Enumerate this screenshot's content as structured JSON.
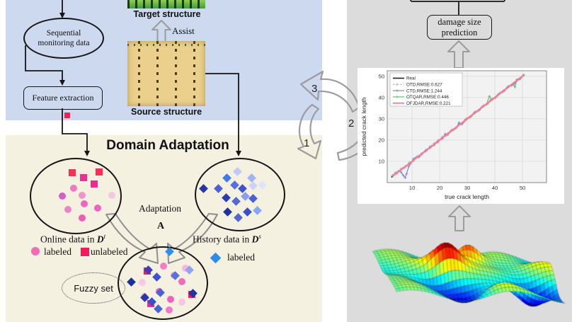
{
  "colors": {
    "panel_blue": "#cdd9ee",
    "panel_cream": "#f5f1e1",
    "panel_gray": "#dcdcdc",
    "outline_arrow": "#9c9c9c",
    "legend_circle": "#f06ab8",
    "legend_square": "#ef1d5a",
    "legend_diamond": "#2e8bf0",
    "feature_tag_square": "#f4214e"
  },
  "monitoring": {
    "ellipse_line1": "Sequential",
    "ellipse_line2": "monitoring data",
    "feature_extraction": "Feature extraction",
    "target_structure": "Target structure",
    "source_structure": "Source structure",
    "assist": "Assist"
  },
  "adaptation": {
    "title": "Domain Adaptation",
    "adaptation_label": "Adaptation",
    "adaptation_symbol": "A",
    "online_prefix": "Online data in ",
    "online_domain": "D",
    "online_sup": "t",
    "history_prefix": "History data in ",
    "history_domain": "D",
    "history_sup": "s",
    "legend_labeled": "labeled",
    "legend_unlabeled": "unlabeled",
    "legend_labeled2": "labeled",
    "fuzzy_label": "Fuzzy set",
    "markers": {
      "online": [
        {
          "t": "sq",
          "x": 97,
          "y": 239,
          "c": "#fb2e55"
        },
        {
          "t": "sq",
          "x": 113,
          "y": 246,
          "c": "#e92f92"
        },
        {
          "t": "sq",
          "x": 135,
          "y": 238,
          "c": "#fb2b58"
        },
        {
          "t": "sq",
          "x": 128,
          "y": 255,
          "c": "#ec2a92"
        },
        {
          "t": "ci",
          "x": 99,
          "y": 261,
          "c": "#ef79c4"
        },
        {
          "t": "ci",
          "x": 83,
          "y": 272,
          "c": "#d55fc6"
        },
        {
          "t": "ci",
          "x": 111,
          "y": 271,
          "c": "#f192d0"
        },
        {
          "t": "ci",
          "x": 153,
          "y": 271,
          "c": "#f7c6e7"
        },
        {
          "t": "ci",
          "x": 114,
          "y": 283,
          "c": "#ee66bd"
        },
        {
          "t": "ci",
          "x": 91,
          "y": 291,
          "c": "#e886c8"
        },
        {
          "t": "ci",
          "x": 133,
          "y": 289,
          "c": "#ef63c0"
        },
        {
          "t": "ci",
          "x": 111,
          "y": 303,
          "c": "#ef5cb5"
        }
      ],
      "history": [
        {
          "t": "di",
          "x": 283,
          "y": 262,
          "c": "#2336a8"
        },
        {
          "t": "di",
          "x": 304,
          "y": 262,
          "c": "#4b5fd6"
        },
        {
          "t": "di",
          "x": 316,
          "y": 247,
          "c": "#3d7bed"
        },
        {
          "t": "di",
          "x": 327,
          "y": 257,
          "c": "#5a6ede"
        },
        {
          "t": "di",
          "x": 331,
          "y": 238,
          "c": "#c3c9f2"
        },
        {
          "t": "di",
          "x": 338,
          "y": 262,
          "c": "#3e52cc"
        },
        {
          "t": "di",
          "x": 351,
          "y": 247,
          "c": "#9fb4f4"
        },
        {
          "t": "di",
          "x": 353,
          "y": 258,
          "c": "#ccd3f6"
        },
        {
          "t": "di",
          "x": 366,
          "y": 257,
          "c": "#dfe4fa"
        },
        {
          "t": "di",
          "x": 315,
          "y": 275,
          "c": "#2a3cb0"
        },
        {
          "t": "di",
          "x": 329,
          "y": 280,
          "c": "#5468d8"
        },
        {
          "t": "di",
          "x": 342,
          "y": 273,
          "c": "#8b9df0"
        },
        {
          "t": "di",
          "x": 353,
          "y": 276,
          "c": "#4c60d4"
        },
        {
          "t": "di",
          "x": 359,
          "y": 293,
          "c": "#86a8f0"
        },
        {
          "t": "di",
          "x": 317,
          "y": 295,
          "c": "#1d309f"
        },
        {
          "t": "di",
          "x": 332,
          "y": 303,
          "c": "#5165d6"
        },
        {
          "t": "di",
          "x": 345,
          "y": 295,
          "c": "#3b4fc8"
        }
      ],
      "fused": [
        {
          "t": "ci",
          "x": 226,
          "y": 371,
          "c": "#f27ec6"
        },
        {
          "t": "di",
          "x": 235,
          "y": 351,
          "c": "#2f8ef5"
        },
        {
          "t": "ci",
          "x": 257,
          "y": 374,
          "c": "#f5b8de"
        },
        {
          "t": "sq",
          "x": 203,
          "y": 378,
          "c": "#ef1d5a"
        },
        {
          "t": "di",
          "x": 205,
          "y": 377,
          "c": "#4338c0"
        },
        {
          "t": "di",
          "x": 217,
          "y": 387,
          "c": "#3d51cc"
        },
        {
          "t": "ci",
          "x": 241,
          "y": 384,
          "c": "#f09ad2"
        },
        {
          "t": "di",
          "x": 243,
          "y": 385,
          "c": "#5c70dd"
        },
        {
          "t": "di",
          "x": 263,
          "y": 377,
          "c": "#8fa5f2"
        },
        {
          "t": "ci",
          "x": 196,
          "y": 394,
          "c": "#f6c9e8"
        },
        {
          "t": "di",
          "x": 181,
          "y": 394,
          "c": "#1c2f9d"
        },
        {
          "t": "ci",
          "x": 252,
          "y": 393,
          "c": "#ef6cc0"
        },
        {
          "t": "ci",
          "x": 220,
          "y": 407,
          "c": "#ee5eb8"
        },
        {
          "t": "di",
          "x": 222,
          "y": 409,
          "c": "#4c60d4"
        },
        {
          "t": "sq",
          "x": 266,
          "y": 411,
          "c": "#ef1d5a"
        },
        {
          "t": "di",
          "x": 268,
          "y": 410,
          "c": "#2233a6"
        },
        {
          "t": "ci",
          "x": 199,
          "y": 414,
          "c": "#f4aede"
        },
        {
          "t": "di",
          "x": 200,
          "y": 416,
          "c": "#2437ac"
        },
        {
          "t": "sq",
          "x": 208,
          "y": 424,
          "c": "#ec2a92"
        },
        {
          "t": "di",
          "x": 210,
          "y": 422,
          "c": "#3b4fc8"
        },
        {
          "t": "ci",
          "x": 236,
          "y": 418,
          "c": "#ef63c0"
        },
        {
          "t": "ci",
          "x": 252,
          "y": 422,
          "c": "#f7c6e7"
        },
        {
          "t": "di",
          "x": 219,
          "y": 432,
          "c": "#4d62d5"
        },
        {
          "t": "ci",
          "x": 234,
          "y": 433,
          "c": "#ee79c4"
        }
      ]
    }
  },
  "cycle": {
    "step1": "1",
    "step2": "2",
    "step3": "3"
  },
  "prediction": {
    "box_line1": "damage size",
    "box_line2": "prediction"
  },
  "chart_data": {
    "type": "line",
    "xlabel": "true crack length",
    "ylabel": "predicted crack length",
    "xticks": [
      10,
      20,
      30,
      40,
      50
    ],
    "yticks": [
      10,
      20,
      30,
      40,
      50
    ],
    "xlim": [
      1,
      58.7
    ],
    "ylim": [
      0,
      52.6
    ],
    "grid": true,
    "legend_position": "upper left",
    "series": [
      {
        "label": "Real",
        "color": "#222222",
        "width": 1.6,
        "dash": "",
        "markers": false,
        "points": [
          [
            2.5,
            2.5
          ],
          [
            50.5,
            50.5
          ]
        ]
      },
      {
        "label": "OTD,RMSE:0.627",
        "color": "#b3b3b3",
        "width": 1,
        "dash": "3,2",
        "markers": true,
        "points": [
          [
            3,
            3.4
          ],
          [
            4.5,
            4.2
          ],
          [
            6,
            6.5
          ],
          [
            7.5,
            7.1
          ],
          [
            9,
            9.4
          ],
          [
            10.5,
            10.2
          ],
          [
            12,
            12.5
          ],
          [
            13.5,
            13.1
          ],
          [
            15,
            15.4
          ],
          [
            16.5,
            16.2
          ],
          [
            18,
            18.5
          ],
          [
            19.5,
            19.0
          ],
          [
            21,
            21.5
          ],
          [
            22.5,
            22.1
          ],
          [
            24,
            24.4
          ],
          [
            25.5,
            25.2
          ],
          [
            27,
            27.6
          ],
          [
            28.5,
            28.1
          ],
          [
            30,
            30.4
          ],
          [
            31.5,
            31.1
          ],
          [
            33,
            33.5
          ],
          [
            34.5,
            34.1
          ],
          [
            36,
            36.4
          ],
          [
            37.5,
            37.2
          ],
          [
            39,
            39.5
          ],
          [
            40.5,
            40.2
          ],
          [
            42,
            42.4
          ],
          [
            43.5,
            43.1
          ],
          [
            45,
            45.5
          ],
          [
            46.5,
            46.1
          ],
          [
            48,
            48.4
          ],
          [
            49.5,
            49.2
          ],
          [
            50.5,
            50.6
          ]
        ]
      },
      {
        "label": "CTD,RMSE:1.244",
        "color": "#8084cc",
        "width": 1.2,
        "dash": "",
        "markers": true,
        "points": [
          [
            3,
            3.3
          ],
          [
            4,
            4.6
          ],
          [
            5,
            5.3
          ],
          [
            6,
            4.9
          ],
          [
            6.8,
            3.4
          ],
          [
            7.5,
            2.3
          ],
          [
            8,
            4.1
          ],
          [
            8.8,
            7.6
          ],
          [
            9.5,
            9.0
          ],
          [
            10.5,
            11.2
          ],
          [
            11.5,
            11.9
          ],
          [
            12.5,
            12.0
          ],
          [
            13.5,
            13.6
          ],
          [
            15,
            14.8
          ],
          [
            16.5,
            16.9
          ],
          [
            18,
            17.7
          ],
          [
            19.5,
            19.8
          ],
          [
            21,
            20.7
          ],
          [
            22,
            22.9
          ],
          [
            23,
            22.6
          ],
          [
            24.5,
            24.8
          ],
          [
            26,
            25.8
          ],
          [
            27,
            28.2
          ],
          [
            28,
            27.4
          ],
          [
            29.5,
            29.8
          ],
          [
            31,
            30.8
          ],
          [
            32.5,
            32.9
          ],
          [
            34,
            33.8
          ],
          [
            35.5,
            35.8
          ],
          [
            37,
            36.8
          ],
          [
            38.5,
            38.9
          ],
          [
            40,
            39.8
          ],
          [
            41.5,
            41.8
          ],
          [
            43,
            42.8
          ],
          [
            44.5,
            44.8
          ],
          [
            46,
            45.7
          ],
          [
            47,
            46.4
          ],
          [
            48,
            48.0
          ],
          [
            49,
            48.6
          ],
          [
            50.3,
            50.4
          ]
        ]
      },
      {
        "label": "OTQAR,RMSE:0.446",
        "color": "#6cb97e",
        "width": 1.2,
        "dash": "",
        "markers": true,
        "points": [
          [
            3,
            3.1
          ],
          [
            5,
            5.2
          ],
          [
            7,
            6.9
          ],
          [
            9,
            9.2
          ],
          [
            11,
            11.1
          ],
          [
            13,
            12.9
          ],
          [
            15,
            15.2
          ],
          [
            17,
            17.1
          ],
          [
            19,
            18.8
          ],
          [
            21,
            21.2
          ],
          [
            23,
            23.1
          ],
          [
            25,
            24.9
          ],
          [
            27,
            27.2
          ],
          [
            29,
            29.1
          ],
          [
            31,
            30.9
          ],
          [
            33,
            33.2
          ],
          [
            35,
            35.1
          ],
          [
            37,
            36.9
          ],
          [
            38,
            40.6
          ],
          [
            39,
            38.9
          ],
          [
            41,
            41.2
          ],
          [
            43,
            43.1
          ],
          [
            45,
            45.2
          ],
          [
            46.5,
            46.3
          ],
          [
            47.3,
            44.9
          ],
          [
            48,
            48.5
          ],
          [
            49,
            49.1
          ],
          [
            50.4,
            50.6
          ]
        ]
      },
      {
        "label": "OFJDAR,RMSE:0.221",
        "color": "#f47d96",
        "width": 2.4,
        "dash": "",
        "markers": false,
        "points": [
          [
            2.8,
            3.0
          ],
          [
            5,
            5.1
          ],
          [
            7,
            7.1
          ],
          [
            9,
            8.9
          ],
          [
            11,
            11.1
          ],
          [
            13,
            13.0
          ],
          [
            15,
            15.1
          ],
          [
            17,
            16.9
          ],
          [
            19,
            19.1
          ],
          [
            21,
            21.0
          ],
          [
            23,
            23.1
          ],
          [
            25,
            25.0
          ],
          [
            27,
            27.1
          ],
          [
            29,
            28.9
          ],
          [
            31,
            31.1
          ],
          [
            33,
            33.0
          ],
          [
            35,
            35.1
          ],
          [
            37,
            37.0
          ],
          [
            39,
            39.1
          ],
          [
            41,
            41.0
          ],
          [
            43,
            43.1
          ],
          [
            45,
            45.0
          ],
          [
            47,
            47.1
          ],
          [
            49,
            49.0
          ],
          [
            50.4,
            50.5
          ]
        ]
      }
    ]
  },
  "surface": {
    "type": "surface3d",
    "colormap": "jet",
    "grid": [
      46,
      22
    ],
    "ripple": {
      "au": 1.6,
      "av": 1.2,
      "amp": 0.32
    },
    "bumps": [
      {
        "u": 0.38,
        "v": 0.42,
        "a": 1.05,
        "s": 0.013
      },
      {
        "u": 0.53,
        "v": 0.22,
        "a": 1.0,
        "s": 0.01
      },
      {
        "u": 0.3,
        "v": 0.62,
        "a": -0.55,
        "s": 0.02
      },
      {
        "u": 0.2,
        "v": 0.35,
        "a": 0.45,
        "s": 0.03
      },
      {
        "u": 0.66,
        "v": 0.45,
        "a": 0.5,
        "s": 0.02
      },
      {
        "u": 0.84,
        "v": 0.72,
        "a": -0.95,
        "s": 0.016
      },
      {
        "u": 0.47,
        "v": 0.78,
        "a": -0.5,
        "s": 0.02
      },
      {
        "u": 0.08,
        "v": 0.6,
        "a": 0.35,
        "s": 0.025
      },
      {
        "u": 0.93,
        "v": 0.35,
        "a": 0.4,
        "s": 0.02
      },
      {
        "u": 0.6,
        "v": 0.85,
        "a": 0.35,
        "s": 0.02
      }
    ]
  }
}
